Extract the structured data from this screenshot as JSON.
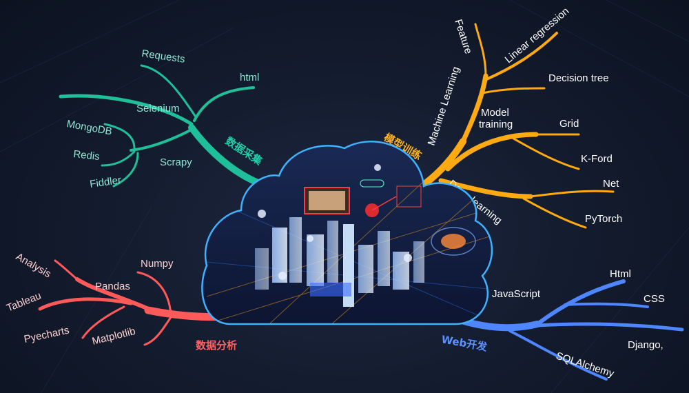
{
  "colors": {
    "collect": "#1fbf9a",
    "collect_text": "#8fe6d4",
    "model": "#ffaa12",
    "model_text": "#ffffff",
    "analysis": "#ff5a5a",
    "analysis_text": "#ffd2d2",
    "web": "#4d86ff",
    "web_text": "#ffffff",
    "cloud_edge": "#3fb2ff"
  },
  "branches": {
    "collect": {
      "title": "数据采集",
      "leaves": [
        "Requests",
        "html",
        "Selenium",
        "MongoDB",
        "Redis",
        "Scrapy",
        "Fiddler"
      ]
    },
    "model": {
      "title": "模型训练",
      "leaves": [
        "Machine Learning",
        "Feature",
        "Linear regression",
        "Decision tree",
        "Model",
        "training",
        "Grid",
        "K-Ford",
        "Deep learning",
        "Net",
        "PyTorch"
      ]
    },
    "analysis": {
      "title": "数据分析",
      "leaves": [
        "Analysis",
        "Tableau",
        "Pandas",
        "Numpy",
        "Pyecharts",
        "Matplotlib"
      ]
    },
    "web": {
      "title": "Web开发",
      "leaves": [
        "JavaScript",
        "Html",
        "CSS",
        "Django,",
        "SQLAlchemy"
      ]
    }
  }
}
